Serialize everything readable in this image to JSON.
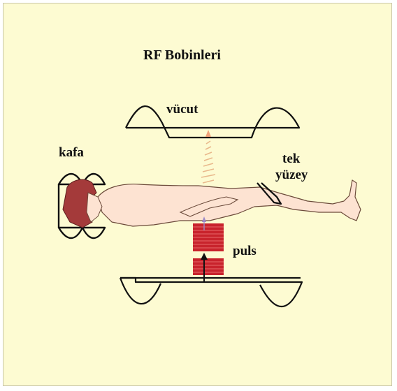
{
  "title": "RF Bobinleri",
  "labels": {
    "body_coil": "vücut",
    "head_coil": "kafa",
    "surface_coil_line1": "tek",
    "surface_coil_line2": "yüzey",
    "pulse": "puls"
  },
  "colors": {
    "background": "#fdfbd2",
    "skin": "#fde3d2",
    "hair": "#a43a3a",
    "pulse": "#c8232c",
    "signal": "#e9b98c"
  }
}
